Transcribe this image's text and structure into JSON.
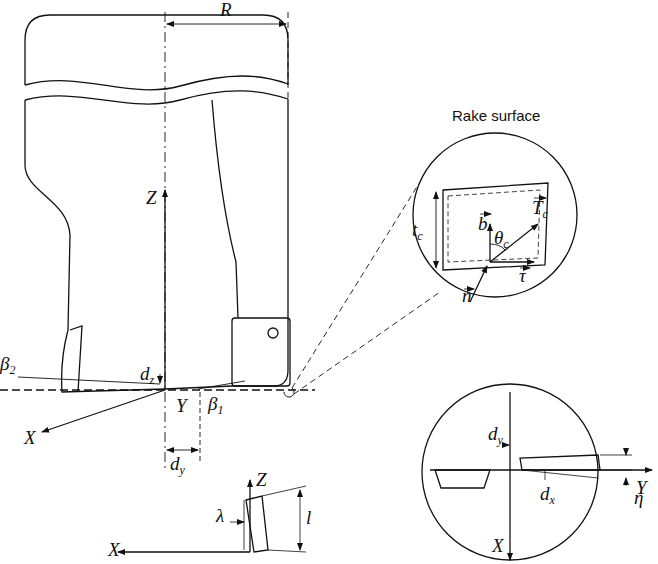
{
  "diagram": {
    "labels": [
      "R",
      "Rake surface",
      "tc",
      "b",
      "θc",
      "Tc",
      "τ",
      "n",
      "Z",
      "β2",
      "dz",
      "X",
      "Y",
      "β1",
      "dy",
      "dy",
      "Y",
      "dx",
      "η",
      "X",
      "Z",
      "λ",
      "X",
      "l"
    ]
  }
}
